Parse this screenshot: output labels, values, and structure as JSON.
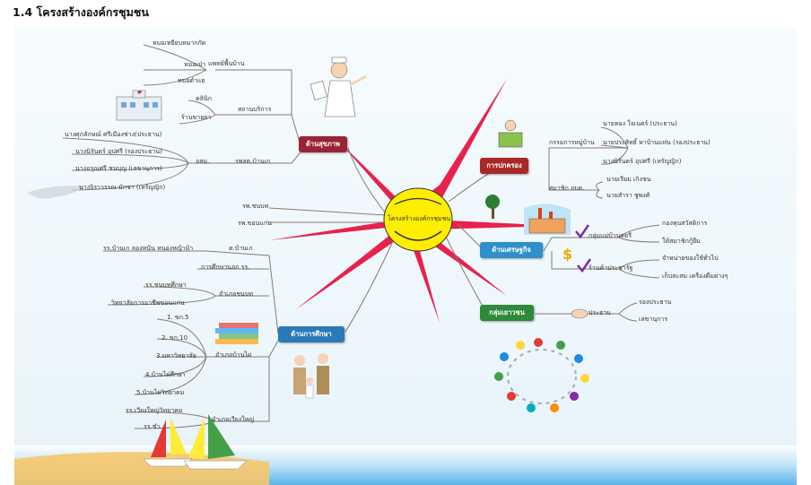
{
  "title": "1.4 โครงสร้างองค์กรชุมชน",
  "center": "โครงสร้างองค์กรชุมชน",
  "health": {
    "label": "ด้านสุขภาพ",
    "sub": {
      "traditional": {
        "label": "แพทย์พื้นบ้าน",
        "items": [
          "หมอเหยียบหมากกัด",
          "หมอเป่า",
          "หมอตำแย"
        ]
      },
      "services": {
        "label": "สถานบริการ",
        "items": [
          "คลินิก",
          "ร้านขายยา"
        ]
      },
      "volunteer": {
        "label": "รพสต.บ้านเก",
        "group": "อสม.",
        "items": [
          "นางศุภลักษณ์ ศรีเมืองช่าง(ประธาน)",
          "นางนิรันดร์ อุปศรี (รองประธาน)",
          "นางอรุณศรี ชนบุญ (เลขานุการ)",
          "นางจิราวรรณ มักชา (เหรัญญิก)"
        ]
      },
      "hospital1": "รพ.ชนบท",
      "hospital2": "รพ.ขอนแก่น"
    }
  },
  "governance": {
    "label": "การปกครอง",
    "committee": {
      "label": "กรรมการหมู่บ้าน",
      "items": [
        "นายทอง ใจเนตร์ (ประธาน)",
        "นายประสิทธิ์ หาบ้านแท่น (รองประธาน)",
        "นางนิรันดร์ อุปศรี (เหรัญญิก)"
      ]
    },
    "council": {
      "label": "สมาชิก อบต.",
      "items": [
        "นายเรียม เกิงชน",
        "นายสำรา ชูพงศ์"
      ]
    }
  },
  "economy": {
    "label": "ด้านเศรษฐกิจ",
    "housewives": {
      "label": "กลุ่มแม่บ้านสตรี",
      "items": [
        "กองทุนสวัสดิการ",
        "ให้สมาชิกกู้ยืม"
      ]
    },
    "shop": {
      "label": "ร้านค้าประชารัฐ",
      "items": [
        "จำหน่ายของใช้ทั่วไป",
        "เก็บสะสม เครื่องดื่มต่างๆ"
      ]
    }
  },
  "youth": {
    "label": "กลุ่มเยาวชน",
    "chair": "ประธาน",
    "items": [
      "รองประธาน",
      "เลขานุการ"
    ]
  },
  "education": {
    "label": "ด้านการศึกษา",
    "school1": {
      "label": "ต.บ้านเก",
      "items": [
        "รร.บ้านเก ลองหนัน หนองหญ้าม้า"
      ]
    },
    "nonformal": "การศึกษานอก รร.",
    "district": {
      "label": "อำเภอชนบท",
      "items": [
        "รร.ชนบทศึกษา",
        "วิทยาลัยการอาชีพขอนแก่น"
      ]
    },
    "banphai": {
      "label": "อำเภอบ้านไผ่",
      "items": [
        "1. ขก.5",
        "2. ขก.10",
        "3.มหาวิทยาลัย",
        "4.บ้านไผ่ศึกษา",
        "5.บ้านไผ่วิทยาคม"
      ]
    },
    "muangyai": {
      "label": "อำเภอเวียงใหญ่",
      "items": [
        "รร.เวียงใหญ่วิทยาคม",
        "รร.ชำ..."
      ]
    }
  },
  "colors": {
    "health": "#9b2335",
    "governance": "#a82828",
    "economy": "#2e8fc9",
    "youth": "#2d8a3a",
    "education": "#2a7ab8",
    "star": "#e8214d",
    "center": "#ffee00"
  }
}
